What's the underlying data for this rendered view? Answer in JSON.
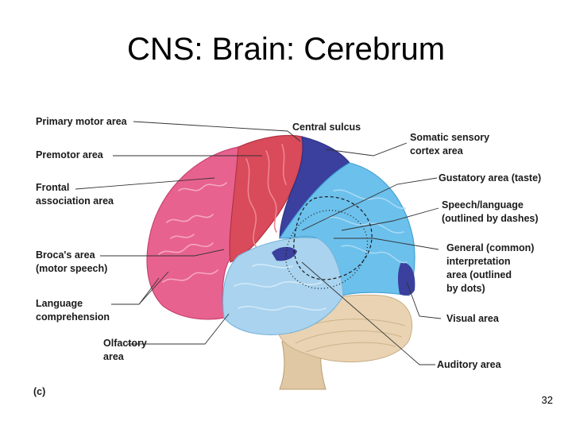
{
  "title": "CNS: Brain: Cerebrum",
  "figure_label": "(c)",
  "page_number": "32",
  "labels": {
    "primary_motor": "Primary motor area",
    "premotor": "Premotor area",
    "frontal_1": "Frontal",
    "frontal_2": "association area",
    "broca_1": "Broca's area",
    "broca_2": "(motor speech)",
    "language_1": "Language",
    "language_2": "comprehension",
    "olfactory_1": "Olfactory",
    "olfactory_2": "area",
    "central_sulcus": "Central sulcus",
    "somatic_1": "Somatic sensory",
    "somatic_2": "cortex area",
    "gustatory": "Gustatory area (taste)",
    "speech_1": "Speech/language",
    "speech_2": "(outlined by dashes)",
    "general_1": "General (common)",
    "general_2": "interpretation",
    "general_3": "area (outlined",
    "general_4": "by dots)",
    "visual": "Visual area",
    "auditory": "Auditory area"
  },
  "colors": {
    "frontal_pink": "#e8628f",
    "motor_red": "#d94a5a",
    "sensory_blue": "#3b3f9e",
    "parietal_blue": "#6cc0ec",
    "temporal_blue": "#a9d3ee",
    "cerebellum_tan": "#e9d3b2",
    "brainstem": "#dfc8a3"
  }
}
